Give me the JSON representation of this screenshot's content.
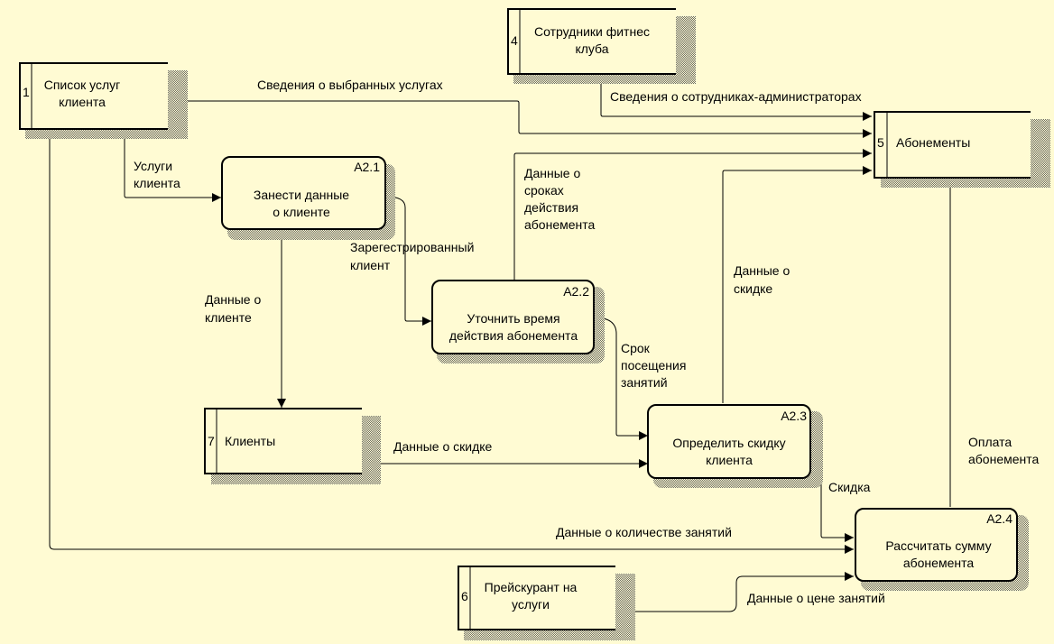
{
  "diagram": {
    "stores": {
      "s1": {
        "num": "1",
        "lines": [
          "Список услуг",
          "клиента"
        ]
      },
      "s4": {
        "num": "4",
        "lines": [
          "Сотрудники фитнес",
          "клуба"
        ]
      },
      "s5": {
        "num": "5",
        "lines": [
          "Абонементы"
        ]
      },
      "s7": {
        "num": "7",
        "lines": [
          "Клиенты"
        ]
      },
      "s6": {
        "num": "6",
        "lines": [
          "Прейскурант на",
          "услуги"
        ]
      }
    },
    "processes": {
      "p1": {
        "id": "A2.1",
        "lines": [
          "Занести данные",
          "о клиенте"
        ]
      },
      "p2": {
        "id": "A2.2",
        "lines": [
          "Уточнить время",
          "действия абонемента"
        ]
      },
      "p3": {
        "id": "A2.3",
        "lines": [
          "Определить скидку",
          "клиента"
        ]
      },
      "p4": {
        "id": "A2.4",
        "lines": [
          "Рассчитать сумму",
          "абонемента"
        ]
      }
    },
    "flows": {
      "f1": [
        "Сведения о выбранных услугах"
      ],
      "f2": [
        "Сведения о сотрудниках-администраторах"
      ],
      "f3": [
        "Услуги",
        "клиента"
      ],
      "f4": [
        "Данные о",
        "сроках",
        "действия",
        "абонемента"
      ],
      "f5": [
        "Зарегестрированный",
        "клиент"
      ],
      "f6": [
        "Данные о",
        "клиенте"
      ],
      "f7": [
        "Данные о",
        "скидке"
      ],
      "f8": [
        "Срок",
        "посещения",
        "занятий"
      ],
      "f9": [
        "Данные о скидке"
      ],
      "f10": [
        "Скидка"
      ],
      "f11": [
        "Оплата",
        "абонемента"
      ],
      "f12": [
        "Данные о количестве занятий"
      ],
      "f13": [
        "Данные о цене занятий"
      ]
    },
    "colors": {
      "background": "#fffbd3",
      "box_fill": "#fffbd3",
      "stroke": "#000000",
      "shadow": "#8a8a82"
    }
  }
}
